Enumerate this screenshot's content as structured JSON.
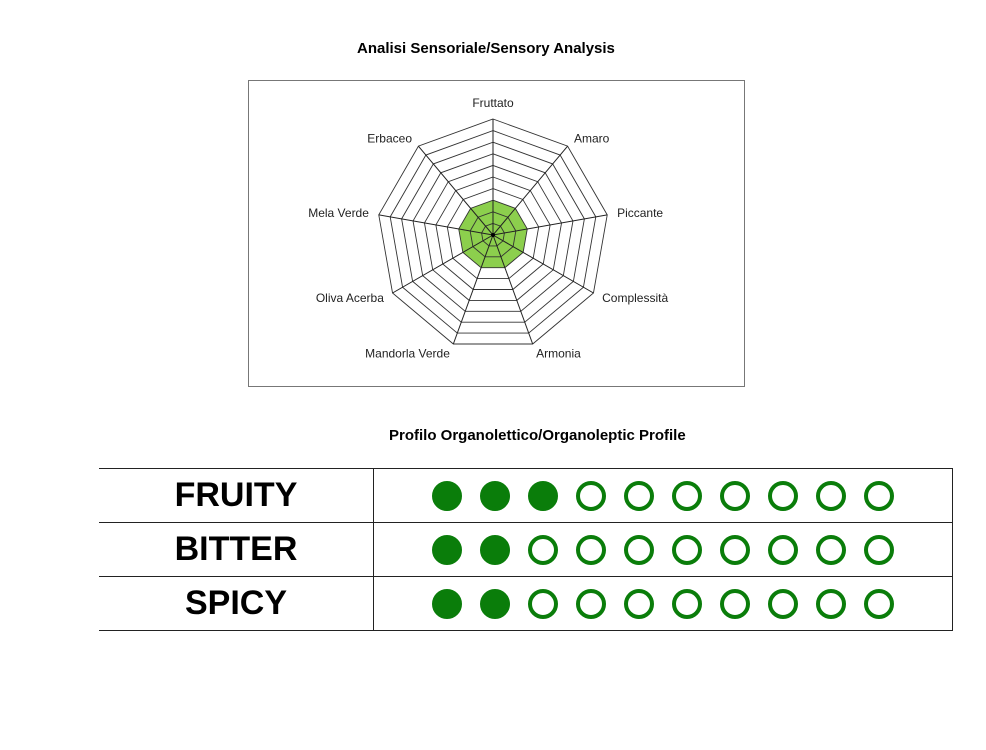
{
  "chart_data": {
    "type": "radar",
    "title": "Analisi Sensoriale/Sensory Analysis",
    "axes": [
      "Fruttato",
      "Amaro",
      "Piccante",
      "Complessità",
      "Armonia",
      "Mandorla Verde",
      "Oliva Acerba",
      "Mela Verde",
      "Erbaceo"
    ],
    "values": [
      3,
      3,
      3,
      3,
      3,
      3,
      3,
      3,
      3
    ],
    "range": [
      0,
      10
    ],
    "rings": 10,
    "fill_color": "#8ccf4d"
  },
  "profile": {
    "title": "Profilo Organolettico/Organoleptic Profile",
    "max": 10,
    "color": "#0a7d0a",
    "rows": [
      {
        "label": "FRUITY",
        "value": 3
      },
      {
        "label": "BITTER",
        "value": 2
      },
      {
        "label": "SPICY",
        "value": 2
      }
    ]
  }
}
